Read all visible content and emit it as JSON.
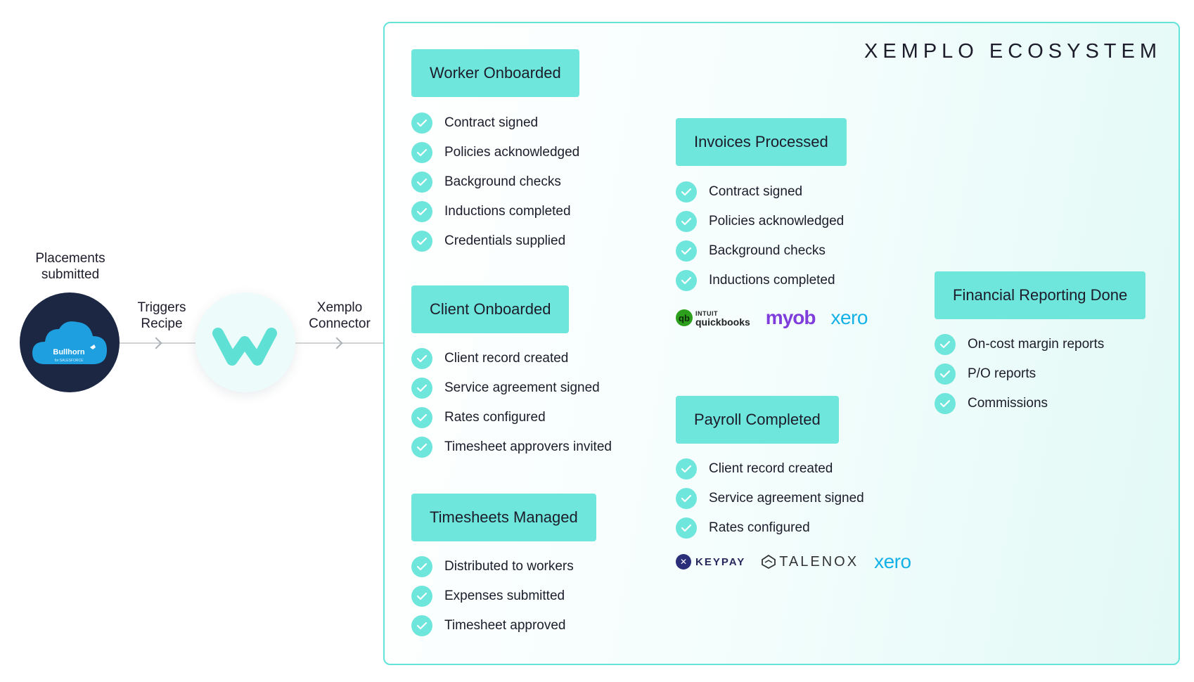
{
  "left": {
    "placements_label": "Placements\nsubmitted",
    "triggers_label": "Triggers\nRecipe",
    "connector_label": "Xemplo\nConnector",
    "bullhorn_logo": {
      "name": "Bullhorn",
      "sub": "for SALESFORCE"
    }
  },
  "ecosystem": {
    "title": "XEMPLO ECOSYSTEM",
    "worker_onboarded": {
      "title": "Worker Onboarded",
      "items": [
        "Contract signed",
        "Policies acknowledged",
        "Background checks",
        "Inductions completed",
        "Credentials supplied"
      ]
    },
    "client_onboarded": {
      "title": "Client Onboarded",
      "items": [
        "Client record created",
        "Service agreement signed",
        "Rates configured",
        "Timesheet approvers invited"
      ]
    },
    "timesheets_managed": {
      "title": "Timesheets Managed",
      "items": [
        "Distributed to workers",
        "Expenses submitted",
        "Timesheet approved"
      ]
    },
    "invoices_processed": {
      "title": "Invoices Processed",
      "items": [
        "Contract signed",
        "Policies acknowledged",
        "Background checks",
        "Inductions completed"
      ],
      "logos": {
        "qb_small": "INTUIT",
        "qb_big": "quickbooks",
        "qb_mark": "qb",
        "myob": "myob",
        "xero": "xero"
      }
    },
    "payroll_completed": {
      "title": "Payroll Completed",
      "items": [
        "Client record created",
        "Service agreement signed",
        "Rates configured"
      ],
      "logos": {
        "keypay": "KEYPAY",
        "talenox": "TALENOX",
        "xero": "xero"
      }
    },
    "financial_reporting": {
      "title": "Financial Reporting Done",
      "items": [
        "On-cost margin reports",
        "P/O reports",
        "Commissions"
      ]
    }
  },
  "colors": {
    "accent": "#6ee6dc",
    "border": "#63e3d9",
    "navy": "#1b2743",
    "myob": "#7f3ddb",
    "xero": "#14b1e7"
  }
}
